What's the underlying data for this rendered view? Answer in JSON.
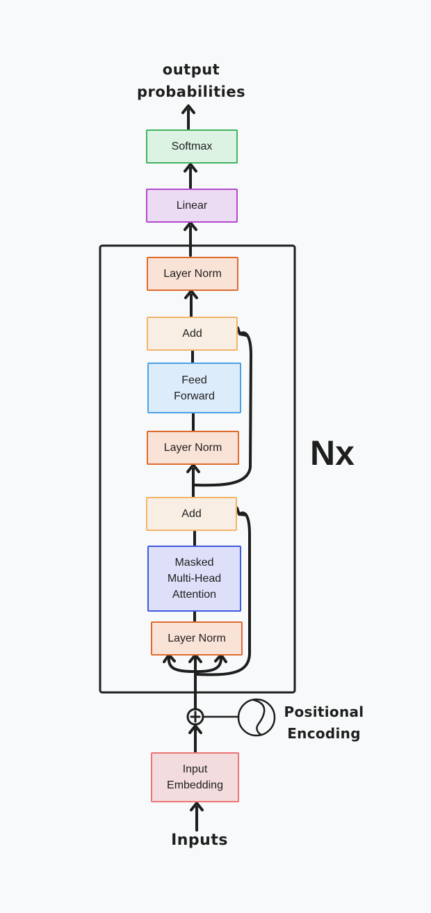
{
  "labels": {
    "output": "output\nprobabilities",
    "inputs": "Inputs",
    "positional": "Positional\nEncoding",
    "repeat": "Nx"
  },
  "blocks": {
    "softmax": "Softmax",
    "linear": "Linear",
    "layer_norm_top": "Layer Norm",
    "add_top": "Add",
    "feed_forward": "Feed\nForward",
    "layer_norm_mid": "Layer Norm",
    "add_bottom": "Add",
    "masked_attention": "Masked\nMulti-Head\nAttention",
    "layer_norm_bottom": "Layer Norm",
    "input_embedding": "Input\nEmbedding"
  },
  "colors": {
    "softmax": {
      "fill": "#dcf2e2",
      "stroke": "#40b35e"
    },
    "linear": {
      "fill": "#ecdcf3",
      "stroke": "#b347cc"
    },
    "layer_norm": {
      "fill": "#f9e2d6",
      "stroke": "#de6b2e"
    },
    "add": {
      "fill": "#f8eee4",
      "stroke": "#f2b469"
    },
    "feed_forward": {
      "fill": "#dcecfa",
      "stroke": "#4aa0e6"
    },
    "masked_attention": {
      "fill": "#dde0f8",
      "stroke": "#3d5ae0"
    },
    "input_embedding": {
      "fill": "#f2dcdd",
      "stroke": "#ee7474"
    },
    "line": "#1e1e1e"
  }
}
